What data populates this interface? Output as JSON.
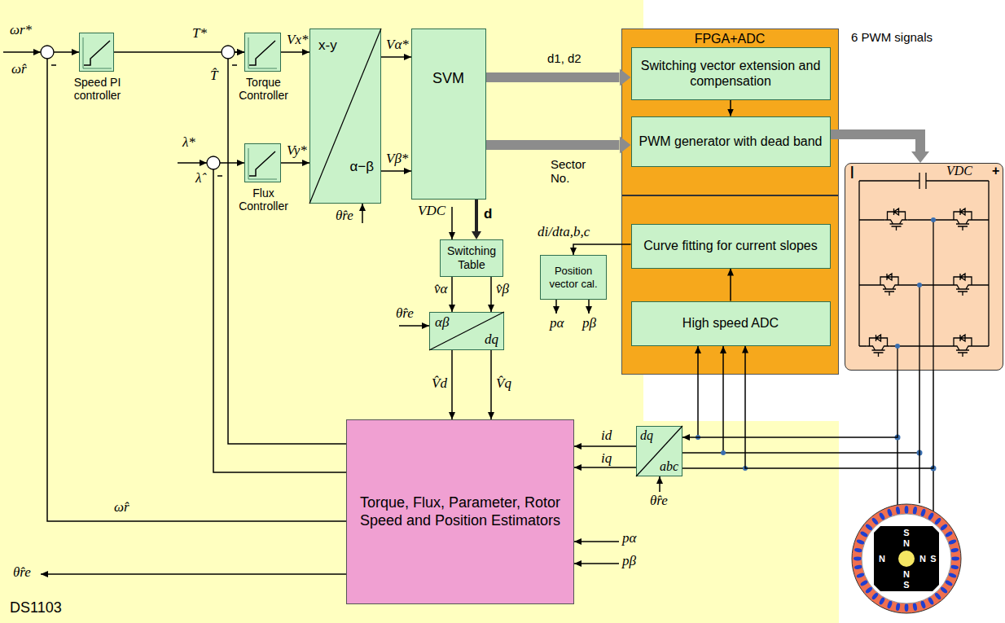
{
  "diagram": {
    "nodes": [
      {
        "text": [
          "DS1103"
        ]
      },
      {
        "text": [
          "Speed PI controller"
        ],
        "in": 0
      },
      {
        "text": [
          "Torque Controller"
        ],
        "in": 0
      },
      {
        "text": [
          "Flux Controller"
        ],
        "in": 0
      },
      {
        "text": [
          "x-y",
          "α−β"
        ],
        "in": 0
      },
      {
        "text": [
          "SVM"
        ],
        "in": 0
      },
      {
        "text": [
          "Switching Table"
        ],
        "in": 0
      },
      {
        "text": [
          "αβ",
          "dq"
        ],
        "in": 0
      },
      {
        "text": [
          "Position vector cal."
        ],
        "in": 0
      },
      {
        "text": [
          "Torque, Flux, Parameter, Rotor Speed and Position Estimators"
        ],
        "in": 0
      },
      {
        "text": [
          "dq",
          "abc"
        ]
      },
      {
        "text": [
          "FPGA+ADC"
        ]
      },
      {
        "text": [
          "Switching vector extension and compensation"
        ],
        "in": 11
      },
      {
        "text": [
          "PWM generator with dead band"
        ],
        "in": 11
      },
      {
        "text": [
          "Curve fitting for current slopes"
        ],
        "in": 11
      },
      {
        "text": [
          "High speed ADC"
        ],
        "in": 11
      },
      {
        "text": [
          "|",
          "VDC",
          "+"
        ]
      },
      {
        "text": [
          "S",
          "N",
          "N",
          "N",
          "S",
          "N",
          "S"
        ]
      }
    ],
    "edges": [
      {
        "from": 1,
        "to": 2,
        "arrow": "to"
      },
      {
        "from": 2,
        "to": 4,
        "arrow": "to",
        "label": "Vx*"
      },
      {
        "from": 3,
        "to": 4,
        "arrow": "to",
        "label": "Vy*"
      },
      {
        "from": 4,
        "to": 5,
        "arrow": "to",
        "label": "Vα*"
      },
      {
        "from": 4,
        "to": 5,
        "arrow": "to",
        "label": "Vβ*"
      },
      {
        "from": 5,
        "to": 12,
        "arrow": "to",
        "label": "d1, d2"
      },
      {
        "from": 5,
        "to": 13,
        "arrow": "to",
        "label": "Sector No."
      },
      {
        "from": 5,
        "to": 6,
        "arrow": "to",
        "label": "d"
      },
      {
        "from": 6,
        "to": 7,
        "arrow": "to",
        "label": "v̂α"
      },
      {
        "from": 6,
        "to": 7,
        "arrow": "to",
        "label": "v̂β"
      },
      {
        "from": 7,
        "to": 9,
        "arrow": "to",
        "label": "V̂d"
      },
      {
        "from": 7,
        "to": 9,
        "arrow": "to",
        "label": "V̂q"
      },
      {
        "from": 12,
        "to": 13,
        "arrow": "to"
      },
      {
        "from": 15,
        "to": 14,
        "arrow": "to"
      },
      {
        "from": 14,
        "to": 8,
        "arrow": "to",
        "label": "di/dta,b,c"
      },
      {
        "from": 13,
        "to": 16,
        "arrow": "to",
        "label": "6 PWM signals"
      },
      {
        "from": 16,
        "to": 17,
        "arrow": "none"
      },
      {
        "from": 16,
        "to": 10,
        "arrow": "to"
      },
      {
        "from": 16,
        "to": 15,
        "arrow": "to"
      },
      {
        "from": 10,
        "to": 9,
        "arrow": "to",
        "label": "id"
      },
      {
        "from": 10,
        "to": 9,
        "arrow": "to",
        "label": "iq"
      },
      {
        "from": 9,
        "to": 1,
        "arrow": "to"
      },
      {
        "from": 9,
        "to": 2,
        "arrow": "to"
      },
      {
        "from": 9,
        "to": 3,
        "arrow": "to"
      }
    ],
    "labels": [
      "ωr*",
      "ω̂r",
      "T*",
      "T̂",
      "λ*",
      "λ̂",
      "θ̂re",
      "VDC",
      "θ̂re",
      "pα",
      "pβ",
      "ω̂r",
      "θ̂re",
      "pα",
      "pβ",
      "θ̂re"
    ]
  }
}
